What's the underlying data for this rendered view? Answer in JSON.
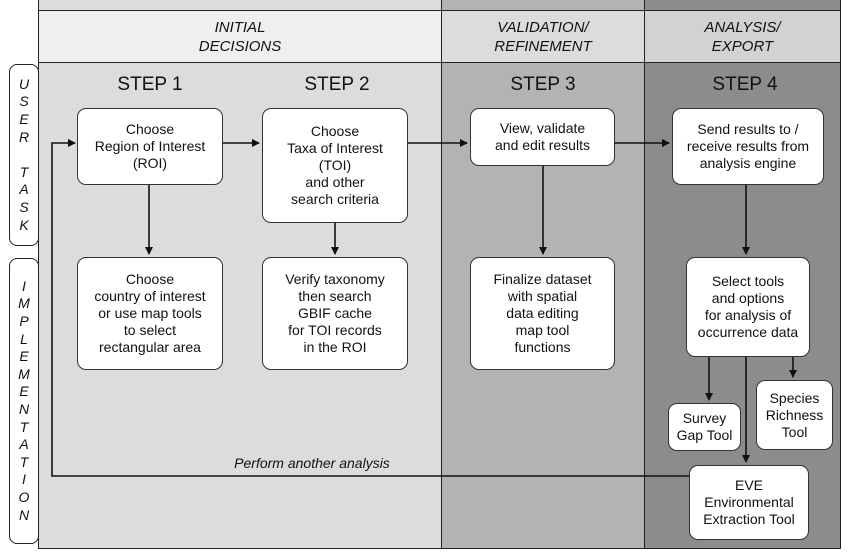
{
  "columns": [
    {
      "header_lines": [
        "INITIAL",
        "DECISIONS"
      ],
      "fill": "#dcdcdc",
      "header_fill": "#efefef"
    },
    {
      "header_lines": [
        "VALIDATION/",
        "REFINEMENT"
      ],
      "fill": "#b3b3b3",
      "header_fill": "#dcdcdc"
    },
    {
      "header_lines": [
        "ANALYSIS/",
        "EXPORT"
      ],
      "fill": "#8c8c8c",
      "header_fill": "#d2d2d2"
    }
  ],
  "steps": [
    "STEP 1",
    "STEP 2",
    "STEP 3",
    "STEP 4"
  ],
  "side_labels": {
    "user_task": [
      "U",
      "S",
      "E",
      "R",
      "",
      "T",
      "A",
      "S",
      "K"
    ],
    "implementation": [
      "I",
      "M",
      "P",
      "L",
      "E",
      "M",
      "E",
      "N",
      "T",
      "A",
      "T",
      "I",
      "O",
      "N"
    ]
  },
  "boxes": {
    "choose_roi": "Choose\nRegion of Interest\n(ROI)",
    "choose_taxa": "Choose\nTaxa of Interest\n(TOI)\nand other\nsearch criteria",
    "view_validate": "View, validate\nand edit results",
    "send_results": "Send results to /\nreceive results from\nanalysis engine",
    "choose_country": "Choose\ncountry of interest\nor use map tools\nto select\nrectangular area",
    "verify_taxonomy": "Verify taxonomy\nthen search\nGBIF cache\nfor TOI records\nin the ROI",
    "finalize_dataset": "Finalize dataset\nwith spatial\ndata editing\nmap tool\nfunctions",
    "select_tools": "Select tools\nand options\nfor analysis of\noccurrence data",
    "survey_gap": "Survey\nGap Tool",
    "species_richness": "Species\nRichness\nTool",
    "eve_tool": "EVE\nEnvironmental\nExtraction Tool"
  },
  "loop_label": "Perform another analysis",
  "colors": {
    "line": "#111111",
    "border": "#222222",
    "box_fill": "#ffffff"
  }
}
